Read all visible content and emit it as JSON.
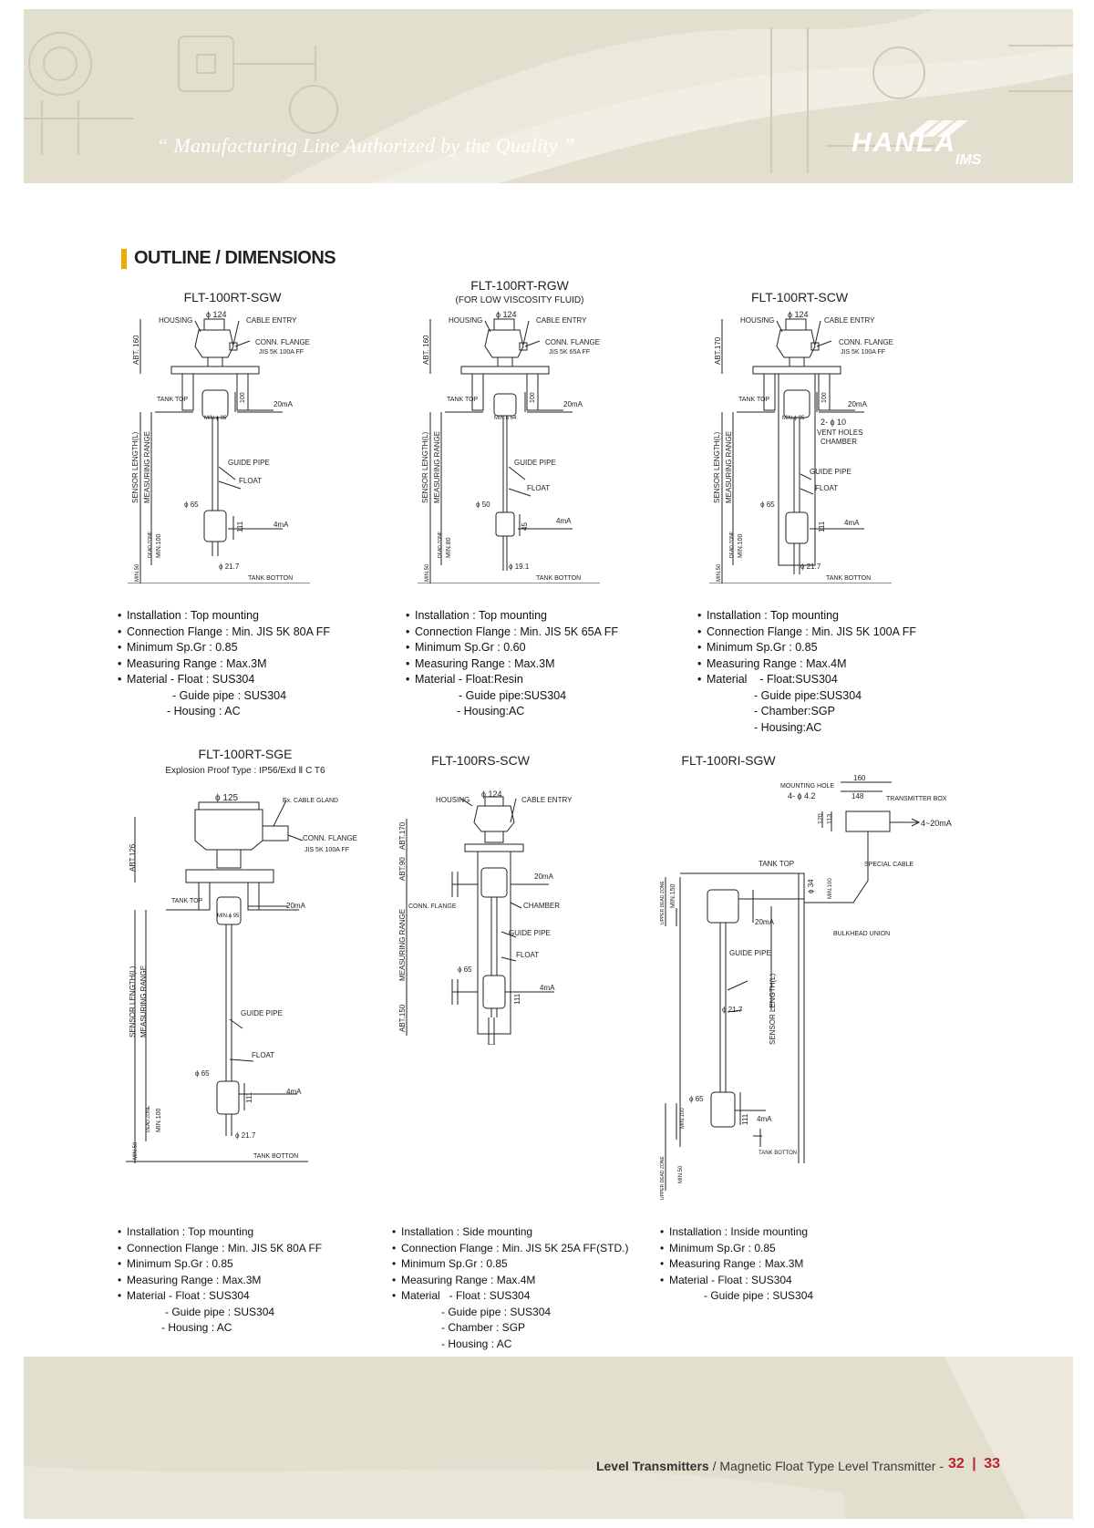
{
  "header": {
    "tagline": "“ Manufacturing Line Authorized by the Quality ”",
    "brand_primary": "HANLA",
    "brand_secondary": "IMS"
  },
  "section_title": "OUTLINE / DIMENSIONS",
  "models": [
    {
      "title": "FLT-100RT-SGW",
      "subtitle": "",
      "labels": {
        "housing": "HOUSING",
        "diameter_top": "ϕ 124",
        "cable_entry": "CABLE ENTRY",
        "conn_flange": "CONN. FLANGE",
        "flange_spec": "JIS 5K 100A FF",
        "abt": "ABT. 160",
        "tank_top": "TANK TOP",
        "dim_100": "100",
        "ma20": "20mA",
        "min_dia": "MIN.ϕ 95",
        "sensor_length": "SENSOR LENGTH(L)",
        "measuring_range": "MEASURING RANGE",
        "guide_pipe": "GUIDE PIPE",
        "float": "FLOAT",
        "float_dia": "ϕ 65",
        "float_len": "111",
        "ma4": "4mA",
        "dead_zone": "DEAD ZONE",
        "min100": "MIN.100",
        "pipe_dia": "ϕ 21.7",
        "min50": "MIN.50",
        "tank_bottom": "TANK BOTTON"
      },
      "specs": [
        {
          "text": "Installation : Top mounting",
          "bullet": true
        },
        {
          "text": "Connection Flange : Min. JIS 5K 80A FF",
          "bullet": true
        },
        {
          "text": "Minimum Sp.Gr : 0.85",
          "bullet": true
        },
        {
          "text": "Measuring Range : Max.3M",
          "bullet": true
        },
        {
          "text": "Material - Float : SUS304",
          "bullet": true
        },
        {
          "text": "- Guide pipe : SUS304",
          "bullet": false
        },
        {
          "text": "- Housing : AC",
          "bullet": false
        }
      ]
    },
    {
      "title": "FLT-100RT-RGW",
      "subtitle": "(FOR LOW VISCOSITY FLUID)",
      "labels": {
        "housing": "HOUSING",
        "diameter_top": "ϕ 124",
        "cable_entry": "CABLE ENTRY",
        "conn_flange": "CONN. FLANGE",
        "flange_spec": "JIS 5K 65A FF",
        "abt": "ABT. 160",
        "tank_top": "TANK TOP",
        "dim_100": "100",
        "ma20": "20mA",
        "min_dia": "MIN.ϕ 64",
        "sensor_length": "SENSOR LENGTH(L)",
        "measuring_range": "MEASURING RANGE",
        "guide_pipe": "GUIDE PIPE",
        "float": "FLOAT",
        "float_dia": "ϕ 50",
        "float_len": "45",
        "ma4": "4mA",
        "dead_zone": "DEAD ZONE",
        "min100": "MIN.80",
        "pipe_dia": "ϕ 19.1",
        "min50": "MIN.50",
        "tank_bottom": "TANK BOTTON"
      },
      "specs": [
        {
          "text": "Installation : Top mounting",
          "bullet": true
        },
        {
          "text": "Connection Flange : Min. JIS 5K 65A FF",
          "bullet": true
        },
        {
          "text": "Minimum Sp.Gr : 0.60",
          "bullet": true
        },
        {
          "text": "Measuring Range : Max.3M",
          "bullet": true
        },
        {
          "text": "Material - Float:Resin",
          "bullet": true
        },
        {
          "text": "- Guide pipe:SUS304",
          "bullet": false
        },
        {
          "text": "- Housing:AC",
          "bullet": false
        }
      ]
    },
    {
      "title": "FLT-100RT-SCW",
      "subtitle": "",
      "labels": {
        "housing": "HOUSING",
        "diameter_top": "ϕ 124",
        "cable_entry": "CABLE ENTRY",
        "conn_flange": "CONN. FLANGE",
        "flange_spec": "JIS 5K 100A FF",
        "abt": "ABT.170",
        "tank_top": "TANK TOP",
        "dim_100": "100",
        "ma20": "20mA",
        "min_dia": "MIN.ϕ 95",
        "vent1": "2- ϕ 10",
        "vent2": "VENT HOLES",
        "chamber": "CHAMBER",
        "sensor_length": "SENSOR LENGTH(L)",
        "measuring_range": "MEASURING RANGE",
        "guide_pipe": "GUIDE PIPE",
        "float": "FLOAT",
        "float_dia": "ϕ 65",
        "float_len": "111",
        "ma4": "4mA",
        "dead_zone": "DEAD ZONE",
        "min100": "MIN.100",
        "pipe_dia": "ϕ 21.7",
        "min50": "MIN.50",
        "tank_bottom": "TANK BOTTON"
      },
      "specs": [
        {
          "text": "Installation : Top mounting",
          "bullet": true
        },
        {
          "text": "Connection Flange : Min. JIS 5K 100A FF",
          "bullet": true
        },
        {
          "text": "Minimum Sp.Gr : 0.85",
          "bullet": true
        },
        {
          "text": "Measuring Range : Max.4M",
          "bullet": true
        },
        {
          "text": "Material    - Float:SUS304",
          "bullet": true
        },
        {
          "text": "- Guide pipe:SUS304",
          "bullet": false
        },
        {
          "text": "- Chamber:SGP",
          "bullet": false
        },
        {
          "text": "- Housing:AC",
          "bullet": false
        }
      ]
    },
    {
      "title": "FLT-100RT-SGE",
      "subtitle": "Explosion Proof Type : IP56/Exd Ⅱ C T6",
      "labels": {
        "diameter_top": "ϕ 125",
        "cable_gland": "Ex. CABLE GLAND",
        "conn_flange": "CONN. FLANGE",
        "flange_spec": "JIS 5K 100A FF",
        "abt": "ABT.126",
        "tank_top": "TANK TOP",
        "ma20": "20mA",
        "min_dia": "MIN.ϕ 95",
        "sensor_length": "SENSOR LENGTH(L)",
        "measuring_range": "MEASURING RANGE",
        "guide_pipe": "GUIDE PIPE",
        "float": "FLOAT",
        "float_dia": "ϕ 65",
        "float_len": "111",
        "ma4": "4mA",
        "dead_zone": "DEAD ZONE",
        "min100": "MIN.100",
        "pipe_dia": "ϕ 21.7",
        "min50": "MIN.50",
        "tank_bottom": "TANK BOTTON"
      },
      "specs": [
        {
          "text": "Installation : Top mounting",
          "bullet": true
        },
        {
          "text": "Connection Flange : Min. JIS 5K 80A FF",
          "bullet": true
        },
        {
          "text": "Minimum Sp.Gr : 0.85",
          "bullet": true
        },
        {
          "text": "Measuring Range : Max.3M",
          "bullet": true
        },
        {
          "text": "Material - Float : SUS304",
          "bullet": true
        },
        {
          "text": "- Guide pipe : SUS304",
          "bullet": false
        },
        {
          "text": "- Housing : AC",
          "bullet": false
        }
      ]
    },
    {
      "title": "FLT-100RS-SCW",
      "subtitle": "",
      "labels": {
        "housing": "HOUSING",
        "diameter_top": "ϕ 124",
        "cable_entry": "CABLE ENTRY",
        "abt170": "ABT.170",
        "abt90": "ABT.90",
        "ma20": "20mA",
        "conn_flange": "CONN. FLANGE",
        "chamber": "CHAMBER",
        "guide_pipe": "GUIDE PIPE",
        "measuring_range": "MEASURING RANGE",
        "float": "FLOAT",
        "float_dia": "ϕ 65",
        "float_len": "111",
        "ma4": "4mA",
        "abt150": "ABT.150"
      },
      "specs": [
        {
          "text": "Installation : Side mounting",
          "bullet": true
        },
        {
          "text": "Connection Flange : Min. JIS 5K 25A FF(STD.)",
          "bullet": true
        },
        {
          "text": "Minimum Sp.Gr : 0.85",
          "bullet": true
        },
        {
          "text": "Measuring Range : Max.4M",
          "bullet": true
        },
        {
          "text": "Material   - Float : SUS304",
          "bullet": true
        },
        {
          "text": "- Guide pipe : SUS304",
          "bullet": false
        },
        {
          "text": "- Chamber : SGP",
          "bullet": false
        },
        {
          "text": "- Housing : AC",
          "bullet": false
        }
      ]
    },
    {
      "title": "FLT-100RI-SGW",
      "subtitle": "",
      "labels": {
        "mounting_hole": "MOUNTING HOLE",
        "hole_spec": "4- ϕ 4.2",
        "dim160": "160",
        "dim148": "148",
        "transmitter_box": "TRANSMITTER BOX",
        "dim120": "120",
        "dim113": "113",
        "output": "4~20mA",
        "tank_top": "TANK TOP",
        "special_cable": "SPECIAL CABLE",
        "upper_dead_zone": "UPPER DEAD ZONE",
        "min150": "MIN.150",
        "dia34": "ϕ 34",
        "min100_top": "MIN.100",
        "ma20": "20mA",
        "bulkhead_union": "BULKHEAD UNION",
        "guide_pipe": "GUIDE PIPE",
        "pipe_dia": "ϕ 21.7",
        "sensor_length": "SENSOR LENGTH(L)",
        "float_dia": "ϕ 65",
        "min100": "MIN.100",
        "float_len": "111",
        "ma4": "4mA",
        "tank_bottom": "TANK BOTTON",
        "lower_dead_zone": "UPPER DEAD ZONE",
        "min50": "MIN.50"
      },
      "specs": [
        {
          "text": "Installation : Inside mounting",
          "bullet": true
        },
        {
          "text": "Minimum Sp.Gr : 0.85",
          "bullet": true
        },
        {
          "text": "Measuring Range : Max.3M",
          "bullet": true
        },
        {
          "text": "Material - Float : SUS304",
          "bullet": true
        },
        {
          "text": "- Guide pipe : SUS304",
          "bullet": false
        }
      ]
    }
  ],
  "footer": {
    "category": "Level Transmitters",
    "product": " / Magnetic Float Type Level Transmitter - ",
    "page_left": "32",
    "separator": "|",
    "page_right": "33"
  },
  "colors": {
    "accent": "#f2a900",
    "page_number": "#c0202d",
    "band": "#e3dfcf"
  }
}
